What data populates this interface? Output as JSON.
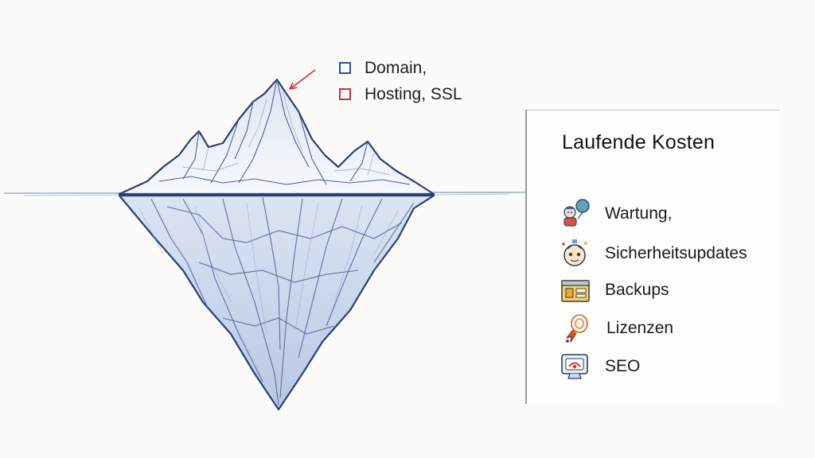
{
  "annotation": {
    "items": [
      {
        "label": "Domain,",
        "color": "#2b4f9e"
      },
      {
        "label": "Hosting, SSL",
        "color": "#c0303d"
      }
    ],
    "arrow_color": "#d22b2b"
  },
  "panel": {
    "title": "Laufende Kosten",
    "items": [
      {
        "label": "Wartung,",
        "icon": "maintenance-icon"
      },
      {
        "label": "Sicherheitsupdates",
        "icon": "security-icon"
      },
      {
        "label": "Backups",
        "icon": "backup-icon"
      },
      {
        "label": "Lizenzen",
        "icon": "license-icon"
      },
      {
        "label": "SEO",
        "icon": "seo-icon"
      }
    ]
  },
  "colors": {
    "ice_stroke": "#2a3f78",
    "ice_fill_top": "#eef2f8",
    "ice_fill_bottom": "#c9d5ea",
    "water_line": "#8ea3c4"
  }
}
